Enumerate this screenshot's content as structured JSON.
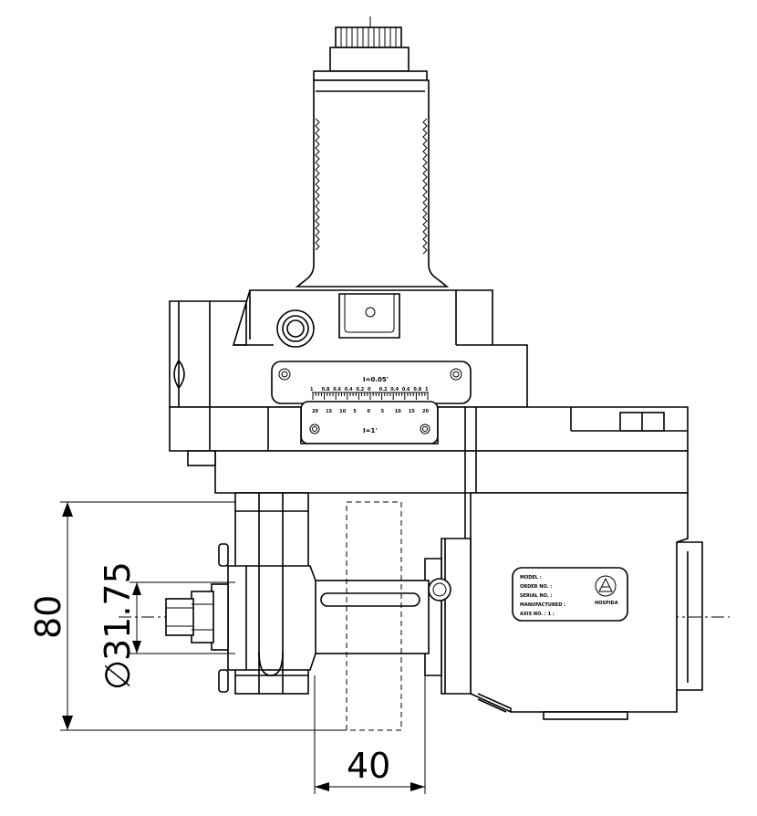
{
  "dimensions": {
    "height": "80",
    "diameter": "31.75",
    "diameter_symbol": "∅",
    "width": "40"
  },
  "scale_plate": {
    "upper_label": "I=0.05'",
    "lower_label": "I=1'",
    "upper_ticks": [
      "1",
      "0.8",
      "0.6",
      "0.4",
      "0.2",
      "0",
      "0.2",
      "0.4",
      "0.6",
      "0.8",
      "1"
    ],
    "lower_ticks": [
      "20",
      "15",
      "10",
      "5",
      "0",
      "5",
      "10",
      "15",
      "20"
    ]
  },
  "nameplate": {
    "rows": [
      "MODEL :",
      "ORDER NO. :",
      "SERIAL NO. :",
      "MANUFACTURED :",
      "AXIS NO. : 1 :"
    ],
    "brand": "HOSPIDA"
  }
}
